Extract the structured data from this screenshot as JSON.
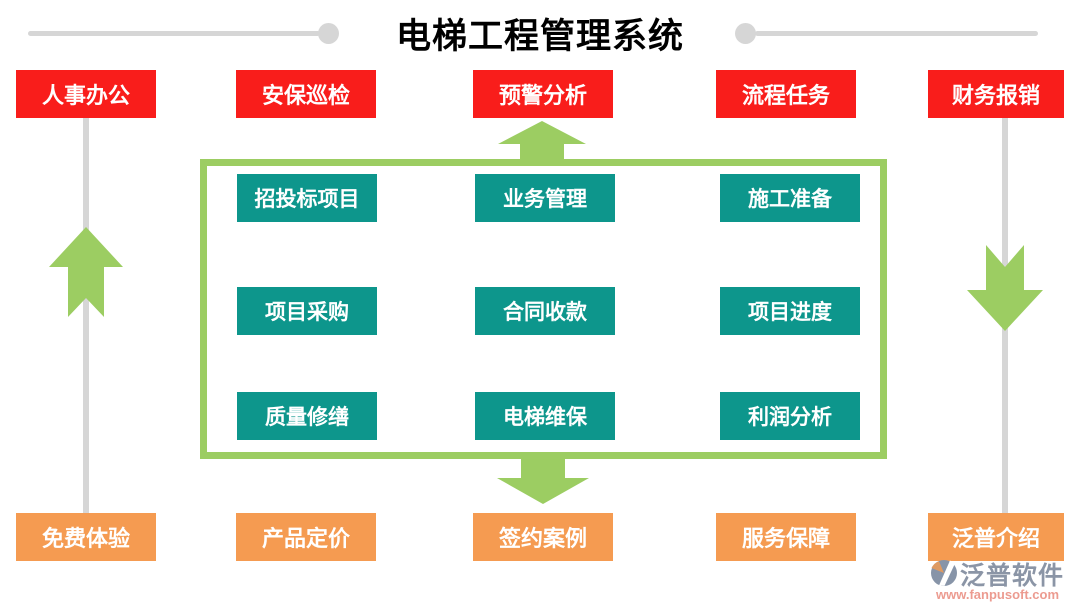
{
  "title": "电梯工程管理系统",
  "top_row": {
    "items": [
      {
        "label": "人事办公"
      },
      {
        "label": "安保巡检"
      },
      {
        "label": "预警分析"
      },
      {
        "label": "流程任务"
      },
      {
        "label": "财务报销"
      }
    ]
  },
  "module_box": {
    "items": [
      {
        "label": "招投标项目"
      },
      {
        "label": "业务管理"
      },
      {
        "label": "施工准备"
      },
      {
        "label": "项目采购"
      },
      {
        "label": "合同收款"
      },
      {
        "label": "项目进度"
      },
      {
        "label": "质量修缮"
      },
      {
        "label": "电梯维保"
      },
      {
        "label": "利润分析"
      }
    ]
  },
  "bottom_row": {
    "items": [
      {
        "label": "免费体验"
      },
      {
        "label": "产品定价"
      },
      {
        "label": "签约案例"
      },
      {
        "label": "服务保障"
      },
      {
        "label": "泛普介绍"
      }
    ]
  },
  "logo": {
    "brand": "泛普软件",
    "website": "www.fanpusoft.com"
  },
  "colors": {
    "primary_red": "#F91D1B",
    "module_teal": "#0D968C",
    "accent_orange": "#F59B51",
    "arrow_green": "#9CCD62",
    "line_gray": "#D6D6D6",
    "title_black": "#000000",
    "logo_text_gray": "#8B95A6",
    "logo_link_salmon": "#EC9B90"
  }
}
